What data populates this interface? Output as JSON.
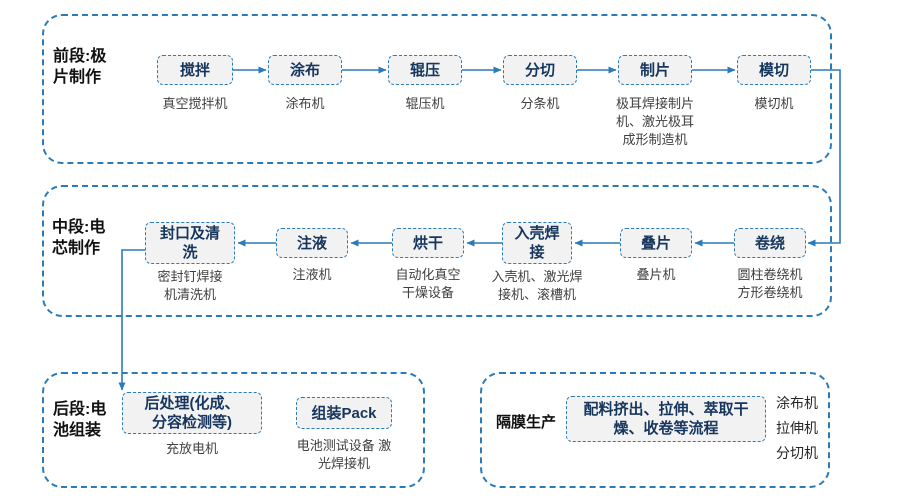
{
  "colors": {
    "accent": "#2b7bb9",
    "step_box_bg": "#f2f2f2",
    "step_text": "#17365d",
    "machine_text": "#3f3f3f",
    "title_text": "#111111"
  },
  "sections": {
    "front": {
      "title": "前段:极片制作",
      "steps": [
        {
          "name": "搅拌",
          "machine": "真空搅拌机"
        },
        {
          "name": "涂布",
          "machine": "涂布机"
        },
        {
          "name": "辊压",
          "machine": "辊压机"
        },
        {
          "name": "分切",
          "machine": "分条机"
        },
        {
          "name": "制片",
          "machine": "极耳焊接制片机、激光极耳成形制造机"
        },
        {
          "name": "模切",
          "machine": "模切机"
        }
      ]
    },
    "middle": {
      "title": "中段:电芯制作",
      "steps": [
        {
          "name": "封口及清洗",
          "machine": "密封钉焊接机清洗机"
        },
        {
          "name": "注液",
          "machine": "注液机"
        },
        {
          "name": "烘干",
          "machine": "自动化真空干燥设备"
        },
        {
          "name": "入壳焊接",
          "machine": "入壳机、激光焊接机、滚槽机"
        },
        {
          "name": "叠片",
          "machine": "叠片机"
        },
        {
          "name": "卷绕",
          "machine": "圆柱卷绕机 方形卷绕机"
        }
      ]
    },
    "rear": {
      "title": "后段:电池组装",
      "steps": [
        {
          "name": "后处理(化成、分容检测等)",
          "machine": "充放电机"
        },
        {
          "name": "组装Pack",
          "machine": "电池测试设备 激光焊接机"
        }
      ]
    },
    "separator": {
      "title": "隔膜生产",
      "process": "配料挤出、拉伸、萃取干燥、收卷等流程",
      "machines": [
        "涂布机",
        "拉伸机",
        "分切机"
      ]
    }
  }
}
